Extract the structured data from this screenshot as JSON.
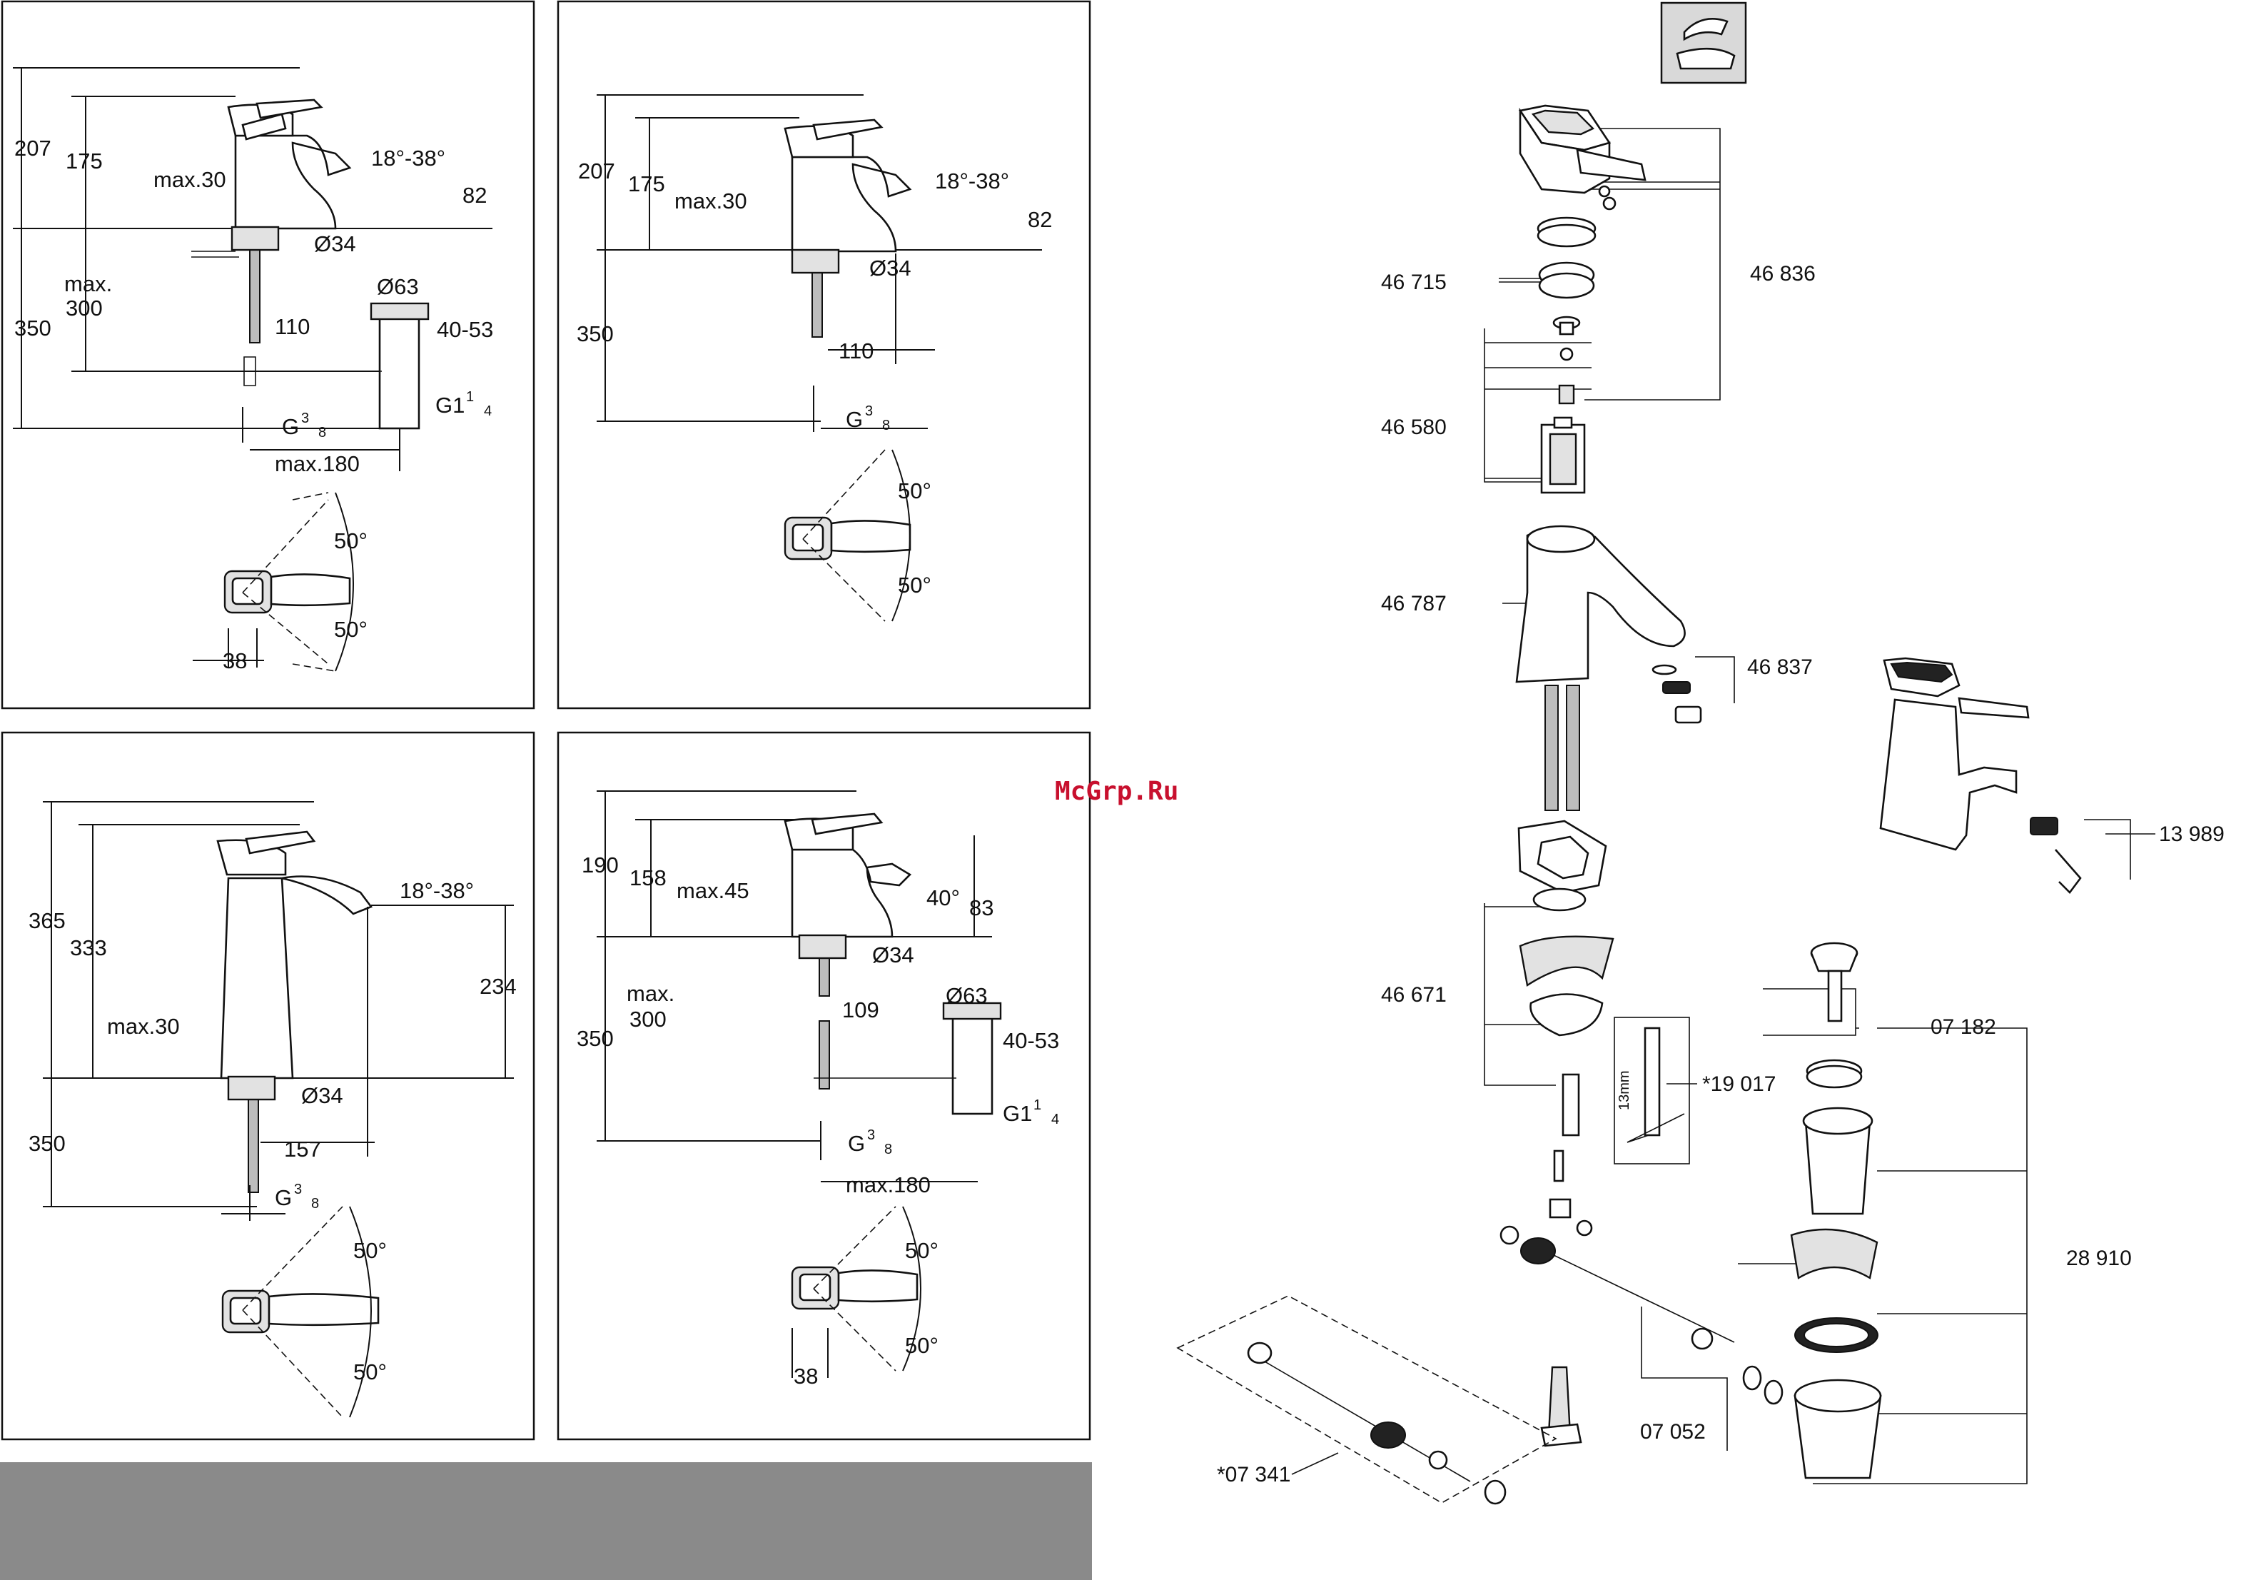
{
  "watermark": "McGrp.Ru",
  "panels": {
    "top_left": {
      "dims": [
        "207",
        "175",
        "max.30",
        "18°-38°",
        "82",
        "Ø34",
        "max.",
        "300",
        "350",
        "110",
        "Ø63",
        "40-53",
        "G",
        "3",
        "8",
        "G1",
        "1",
        "4",
        "max.180",
        "50°",
        "50°",
        "38"
      ]
    },
    "top_mid": {
      "dims": [
        "207",
        "175",
        "max.30",
        "18°-38°",
        "82",
        "Ø34",
        "350",
        "110",
        "G",
        "3",
        "8",
        "50°",
        "50°"
      ]
    },
    "bottom_left": {
      "dims": [
        "365",
        "333",
        "18°-38°",
        "234",
        "max.30",
        "Ø34",
        "350",
        "157",
        "G",
        "3",
        "8",
        "50°",
        "50°"
      ]
    },
    "bottom_mid": {
      "dims": [
        "190",
        "158",
        "max.45",
        "40°",
        "83",
        "Ø34",
        "max.",
        "300",
        "Ø63",
        "109",
        "40-53",
        "350",
        "G1",
        "1",
        "4",
        "G",
        "3",
        "8",
        "max.180",
        "50°",
        "50°",
        "38"
      ]
    }
  },
  "parts": {
    "p46836": "46 836",
    "p46715": "46 715",
    "p46580": "46 580",
    "p46787": "46 787",
    "p46837": "46 837",
    "p13989": "13 989",
    "p46671": "46 671",
    "p07182": "07 182",
    "p19017": "*19 017",
    "p13mm": "13mm",
    "p28910": "28 910",
    "p07052": "07 052",
    "p07341": "*07 341"
  },
  "colors": {
    "ink": "#111111",
    "gray_bar": "#8a8a8a",
    "watermark": "#c8102e"
  }
}
